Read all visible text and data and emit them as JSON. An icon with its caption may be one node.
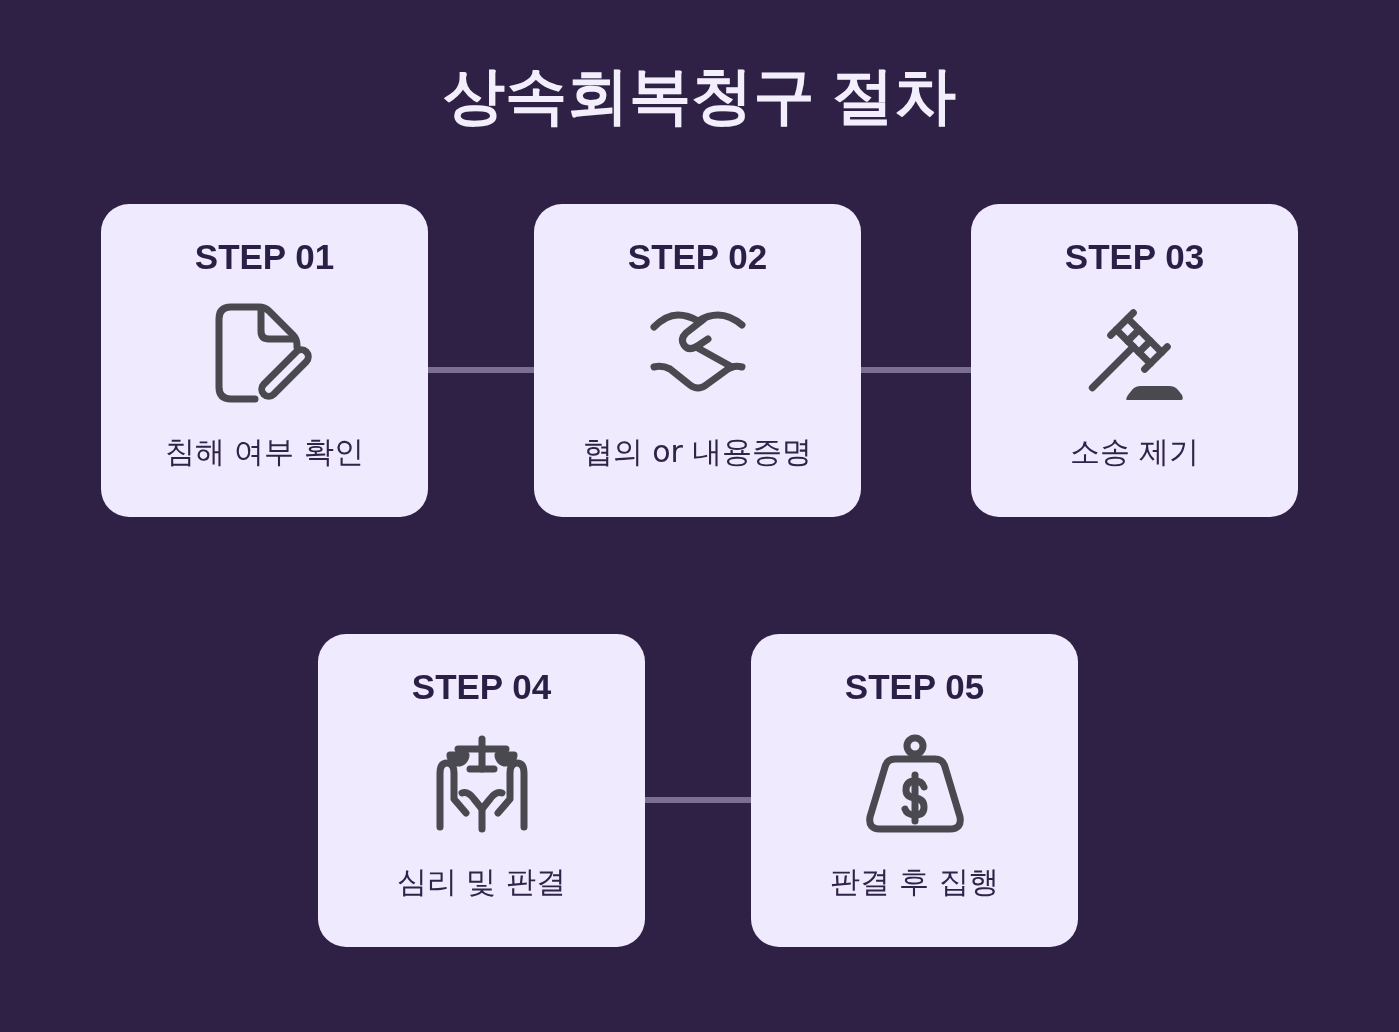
{
  "diagram": {
    "title": "상속회복청구 절차",
    "nodes": [
      {
        "text": [
          "STEP 01",
          "침해 여부 확인"
        ]
      },
      {
        "text": [
          "STEP 02",
          "협의 or 내용증명"
        ]
      },
      {
        "text": [
          "STEP 03",
          "소송 제기"
        ]
      },
      {
        "text": [
          "STEP 04",
          "심리 및 판결"
        ]
      },
      {
        "text": [
          "STEP 05",
          "판결 후 집행"
        ]
      }
    ],
    "edges": [
      {
        "from": 0,
        "to": 1,
        "arrow": "none"
      },
      {
        "from": 1,
        "to": 2,
        "arrow": "none"
      },
      {
        "from": 3,
        "to": 4,
        "arrow": "none"
      }
    ]
  }
}
